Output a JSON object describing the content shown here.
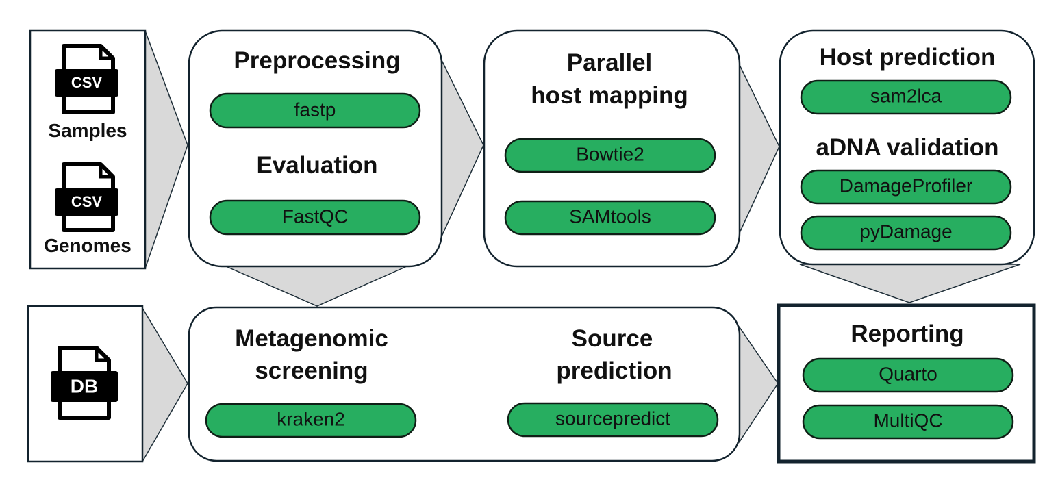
{
  "inputs": {
    "samples_badge": "CSV",
    "samples_label": "Samples",
    "genomes_badge": "CSV",
    "genomes_label": "Genomes",
    "db_badge": "DB"
  },
  "preprocessing": {
    "title": "Preprocessing",
    "tool": "fastp",
    "evaluation_title": "Evaluation",
    "evaluation_tool": "FastQC"
  },
  "host_mapping": {
    "title_line1": "Parallel",
    "title_line2": "host mapping",
    "tools": [
      "Bowtie2",
      "SAMtools"
    ]
  },
  "host_prediction": {
    "title": "Host prediction",
    "tool": "sam2lca",
    "adna_title": "aDNA validation",
    "adna_tools": [
      "DamageProfiler",
      "pyDamage"
    ]
  },
  "metagenomic": {
    "title_line1": "Metagenomic",
    "title_line2": "screening",
    "tool": "kraken2"
  },
  "source_prediction": {
    "title_line1": "Source",
    "title_line2": "prediction",
    "tool": "sourcepredict"
  },
  "reporting": {
    "title": "Reporting",
    "tools": [
      "Quarto",
      "MultiQC"
    ]
  },
  "colors": {
    "tool_fill": "#27ae60",
    "border": "#13232e",
    "arrow_fill": "#d9d9d9"
  }
}
